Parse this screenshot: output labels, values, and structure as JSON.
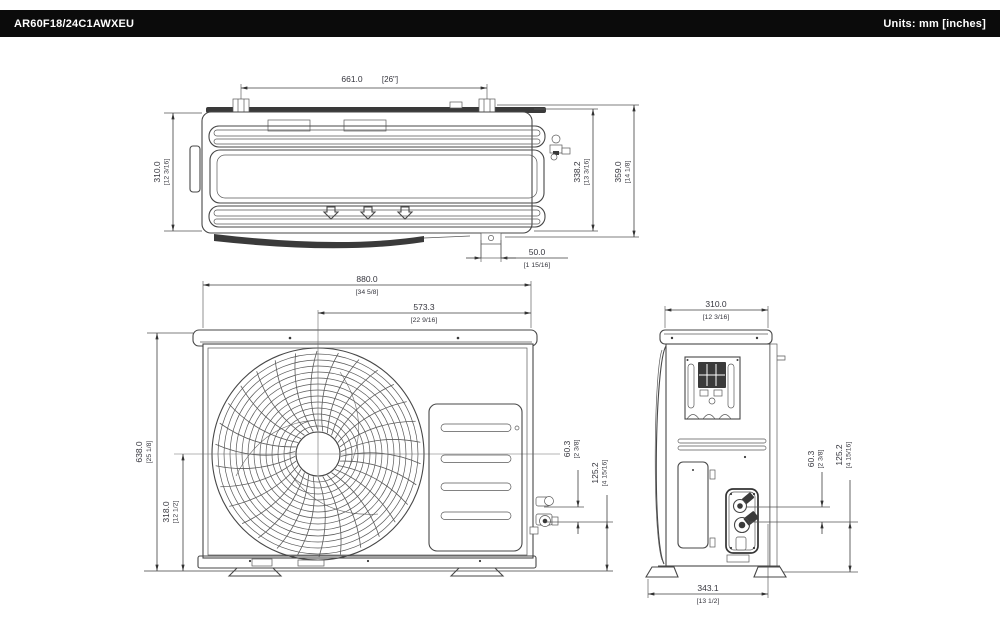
{
  "header": {
    "model": "AR60F18/24C1AWXEU",
    "units": "Units: mm [inches]"
  },
  "dimensions": {
    "top_view": {
      "mount_width": {
        "mm": "661.0",
        "inch": "[26\"]"
      },
      "depth": {
        "mm": "310.0",
        "inch": "[12 3/16]"
      },
      "body_depth": {
        "mm": "338.2",
        "inch": "[13 3/16]"
      },
      "total_depth": {
        "mm": "359.0",
        "inch": "[14 1/8]"
      },
      "pipe_offset": {
        "mm": "50.0",
        "inch": "[1 15/16]"
      }
    },
    "front_view": {
      "width": {
        "mm": "880.0",
        "inch": "[34 5/8]"
      },
      "valve_offset": {
        "mm": "573.3",
        "inch": "[22 9/16]"
      },
      "height": {
        "mm": "638.0",
        "inch": "[25 1/8]"
      },
      "fan_center_height": {
        "mm": "318.0",
        "inch": "[12 1/2]"
      },
      "valve_gap": {
        "mm": "60.3",
        "inch": "[2 3/8]"
      },
      "valve_height": {
        "mm": "125.2",
        "inch": "[4 15/16]"
      }
    },
    "side_view": {
      "depth": {
        "mm": "310.0",
        "inch": "[12 3/16]"
      },
      "valve_gap": {
        "mm": "60.3",
        "inch": "[2 3/8]"
      },
      "valve_height": {
        "mm": "125.2",
        "inch": "[4 15/16]"
      },
      "foot_depth": {
        "mm": "343.1",
        "inch": "[13 1/2]"
      }
    }
  }
}
